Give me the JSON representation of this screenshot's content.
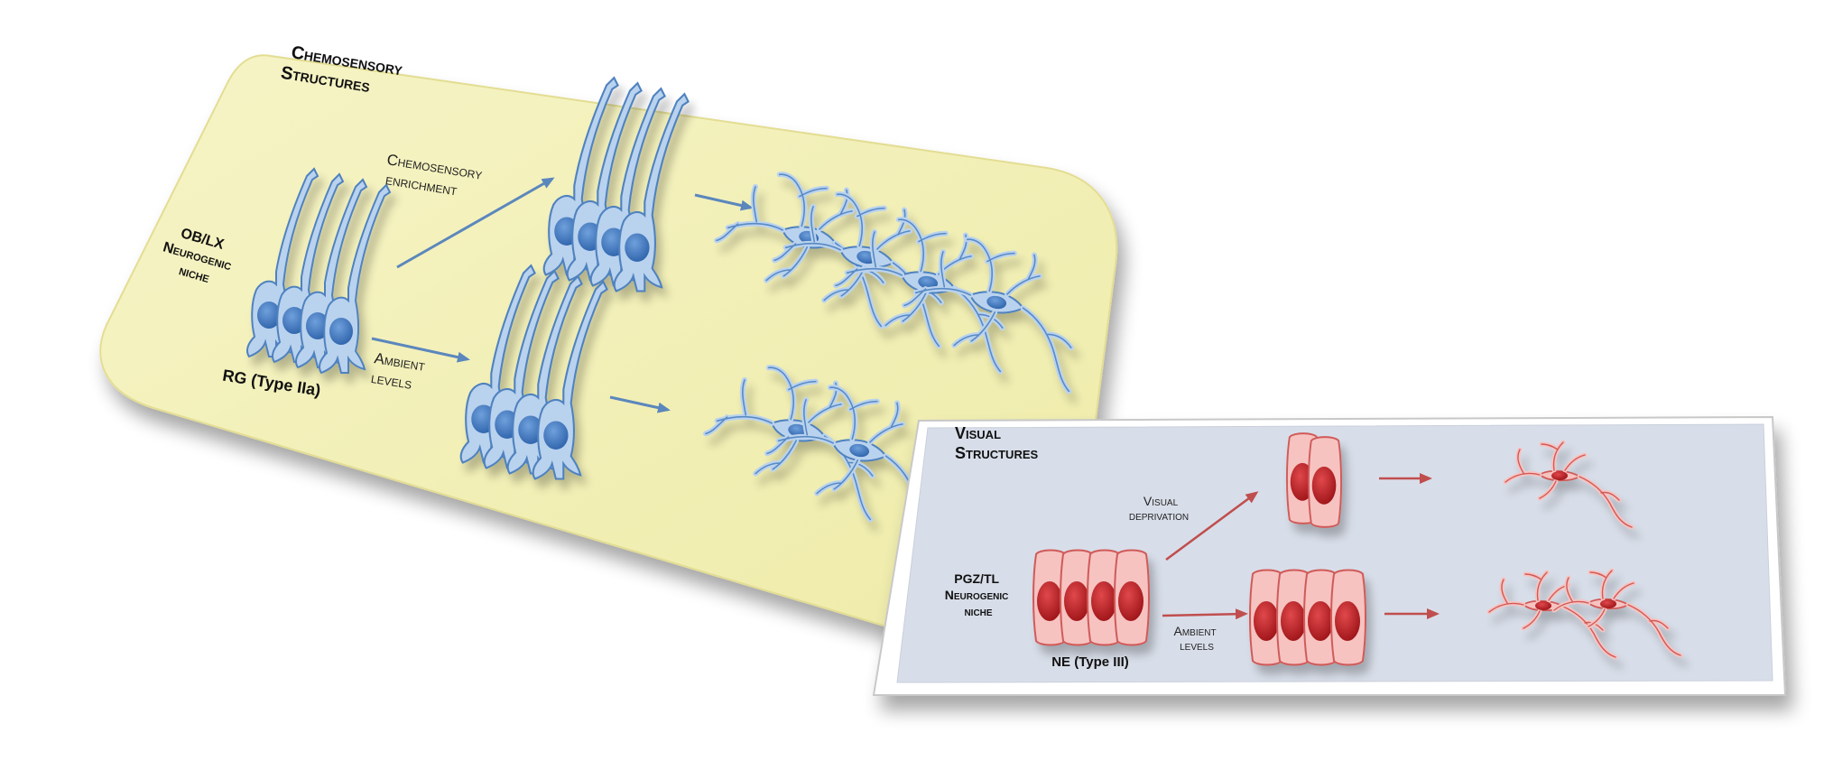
{
  "chemosensory": {
    "title_line1": "Chemosensory",
    "title_line2": "Structures",
    "niche_line1": "OB/LX",
    "niche_line2": "Neurogenic",
    "niche_line3": "niche",
    "progenitor_label": "RG (Type IIa)",
    "upper_arrow_line1": "Chemosensory",
    "upper_arrow_line2": "enrichment",
    "lower_arrow_line1": "Ambient",
    "lower_arrow_line2": "levels"
  },
  "visual": {
    "title_line1": "Visual",
    "title_line2": "Structures",
    "niche_line1": "PGZ/TL",
    "niche_line2": "Neurogenic",
    "niche_line3": "niche",
    "progenitor_label": "NE (Type III)",
    "upper_arrow_line1": "Visual",
    "upper_arrow_line2": "deprivation",
    "lower_arrow_line1": "Ambient",
    "lower_arrow_line2": "levels"
  },
  "colors": {
    "chemo_panel_fill": "#f3f1b6",
    "chemo_cell_fill": "#b9d2ee",
    "chemo_cell_stroke": "#4f82bf",
    "chemo_nucleus": "#3f78c2",
    "chemo_arrow": "#5b87bd",
    "visual_panel_fill": "#d8dee9",
    "visual_cell_fill": "#f6c3c1",
    "visual_cell_stroke": "#d05a58",
    "visual_nucleus": "#c1262b",
    "visual_arrow": "#c04e4e"
  }
}
